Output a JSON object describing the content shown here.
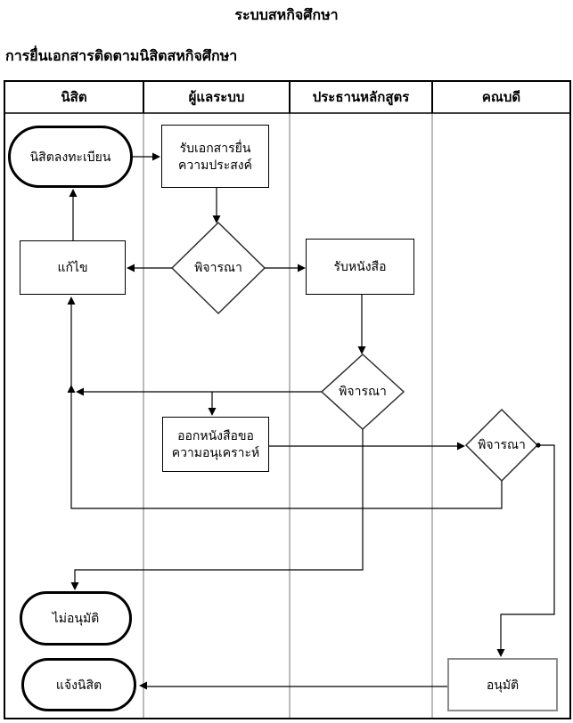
{
  "title": "ระบบสหกิจศึกษา",
  "subtitle": "การยื่นเอกสารติดตามนิสิตสหกิจศึกษา",
  "lanes": [
    {
      "label": "นิสิต"
    },
    {
      "label": "ผู้แลระบบ"
    },
    {
      "label": "ประธานหลักสูตร"
    },
    {
      "label": "คณบดี"
    }
  ],
  "nodes": {
    "student_register": {
      "type": "terminator",
      "label": "นิสิตลงทะเบียน"
    },
    "receive_request": {
      "type": "process",
      "line1": "รับเอกสารยื่น",
      "line2": "ความประสงค์"
    },
    "consider_admin": {
      "type": "decision",
      "label": "พิจารณา"
    },
    "edit": {
      "type": "process",
      "label": "แก้ไข"
    },
    "receive_letter": {
      "type": "process",
      "label": "รับหนังสือ"
    },
    "consider_chair": {
      "type": "decision",
      "label": "พิจารณา"
    },
    "issue_letter": {
      "type": "process",
      "line1": "ออกหนังสือขอ",
      "line2": "ความอนุเคราะห์"
    },
    "consider_dean": {
      "type": "decision",
      "label": "พิจารณา"
    },
    "not_approved": {
      "type": "terminator",
      "label": "ไม่อนุมัติ"
    },
    "notify_student": {
      "type": "terminator",
      "label": "แจ้งนิสิต"
    },
    "approved": {
      "type": "process",
      "label": "อนุมัติ"
    }
  },
  "colors": {
    "line": "#000000",
    "shape_border": "#000000",
    "approved_border": "#8c8c8c",
    "lane_divider": "#777777",
    "background": "#ffffff"
  }
}
